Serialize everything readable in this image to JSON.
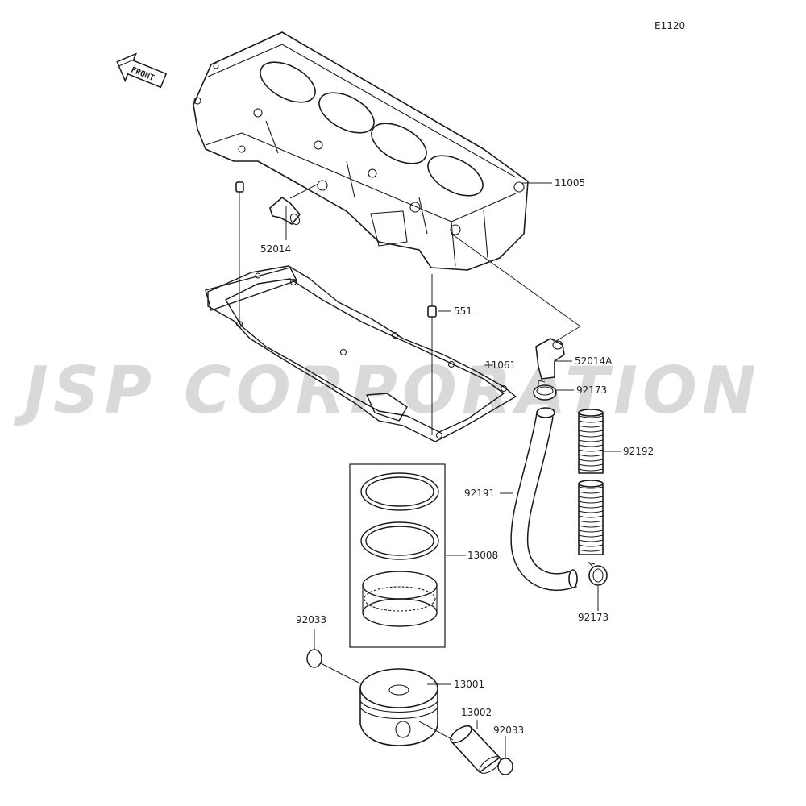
{
  "diagram_code": "E1120",
  "watermark": "JSP CORPORATION",
  "front_marker": "FRONT",
  "colors": {
    "line": "#1a1a1a",
    "watermark": "#d9d9d9",
    "background": "#ffffff"
  },
  "parts": {
    "cylinder": "11005",
    "fitting_52014": "52014",
    "dowel_pin": "551",
    "base_gasket": "11061",
    "fitting_52014a": "52014A",
    "clamp_upper": "92173",
    "tube_92192": "92192",
    "hose_92191": "92191",
    "piston_ring_set": "13008",
    "clamp_lower": "92173",
    "circlip_left": "92033",
    "piston": "13001",
    "piston_pin": "13002",
    "circlip_right": "92033"
  }
}
